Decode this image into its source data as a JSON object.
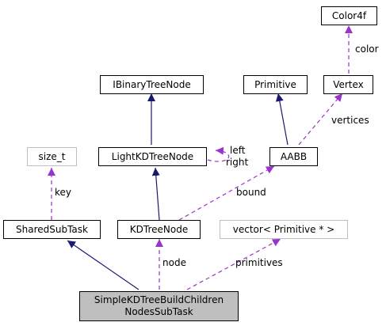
{
  "nodes": {
    "color4f": "Color4f",
    "vertex": "Vertex",
    "ibinarytreenode": "IBinaryTreeNode",
    "primitive": "Primitive",
    "size_t": "size_t",
    "lightkdtreenode": "LightKDTreeNode",
    "aabb": "AABB",
    "sharedsubtask": "SharedSubTask",
    "kdtreenode": "KDTreeNode",
    "vector_primitive": "vector< Primitive * >",
    "focus_line1": "SimpleKDTreeBuildChildren",
    "focus_line2": "NodesSubTask"
  },
  "edge_labels": {
    "color": "color",
    "vertices": "vertices",
    "left": "left",
    "right": "right",
    "key": "key",
    "bound": "bound",
    "node": "node",
    "primitives": "primitives"
  },
  "colors": {
    "inheritance": "#191970",
    "usage": "#9a32cd",
    "focus_fill": "#bfbfbf",
    "grey_border": "#bfbfbf"
  }
}
